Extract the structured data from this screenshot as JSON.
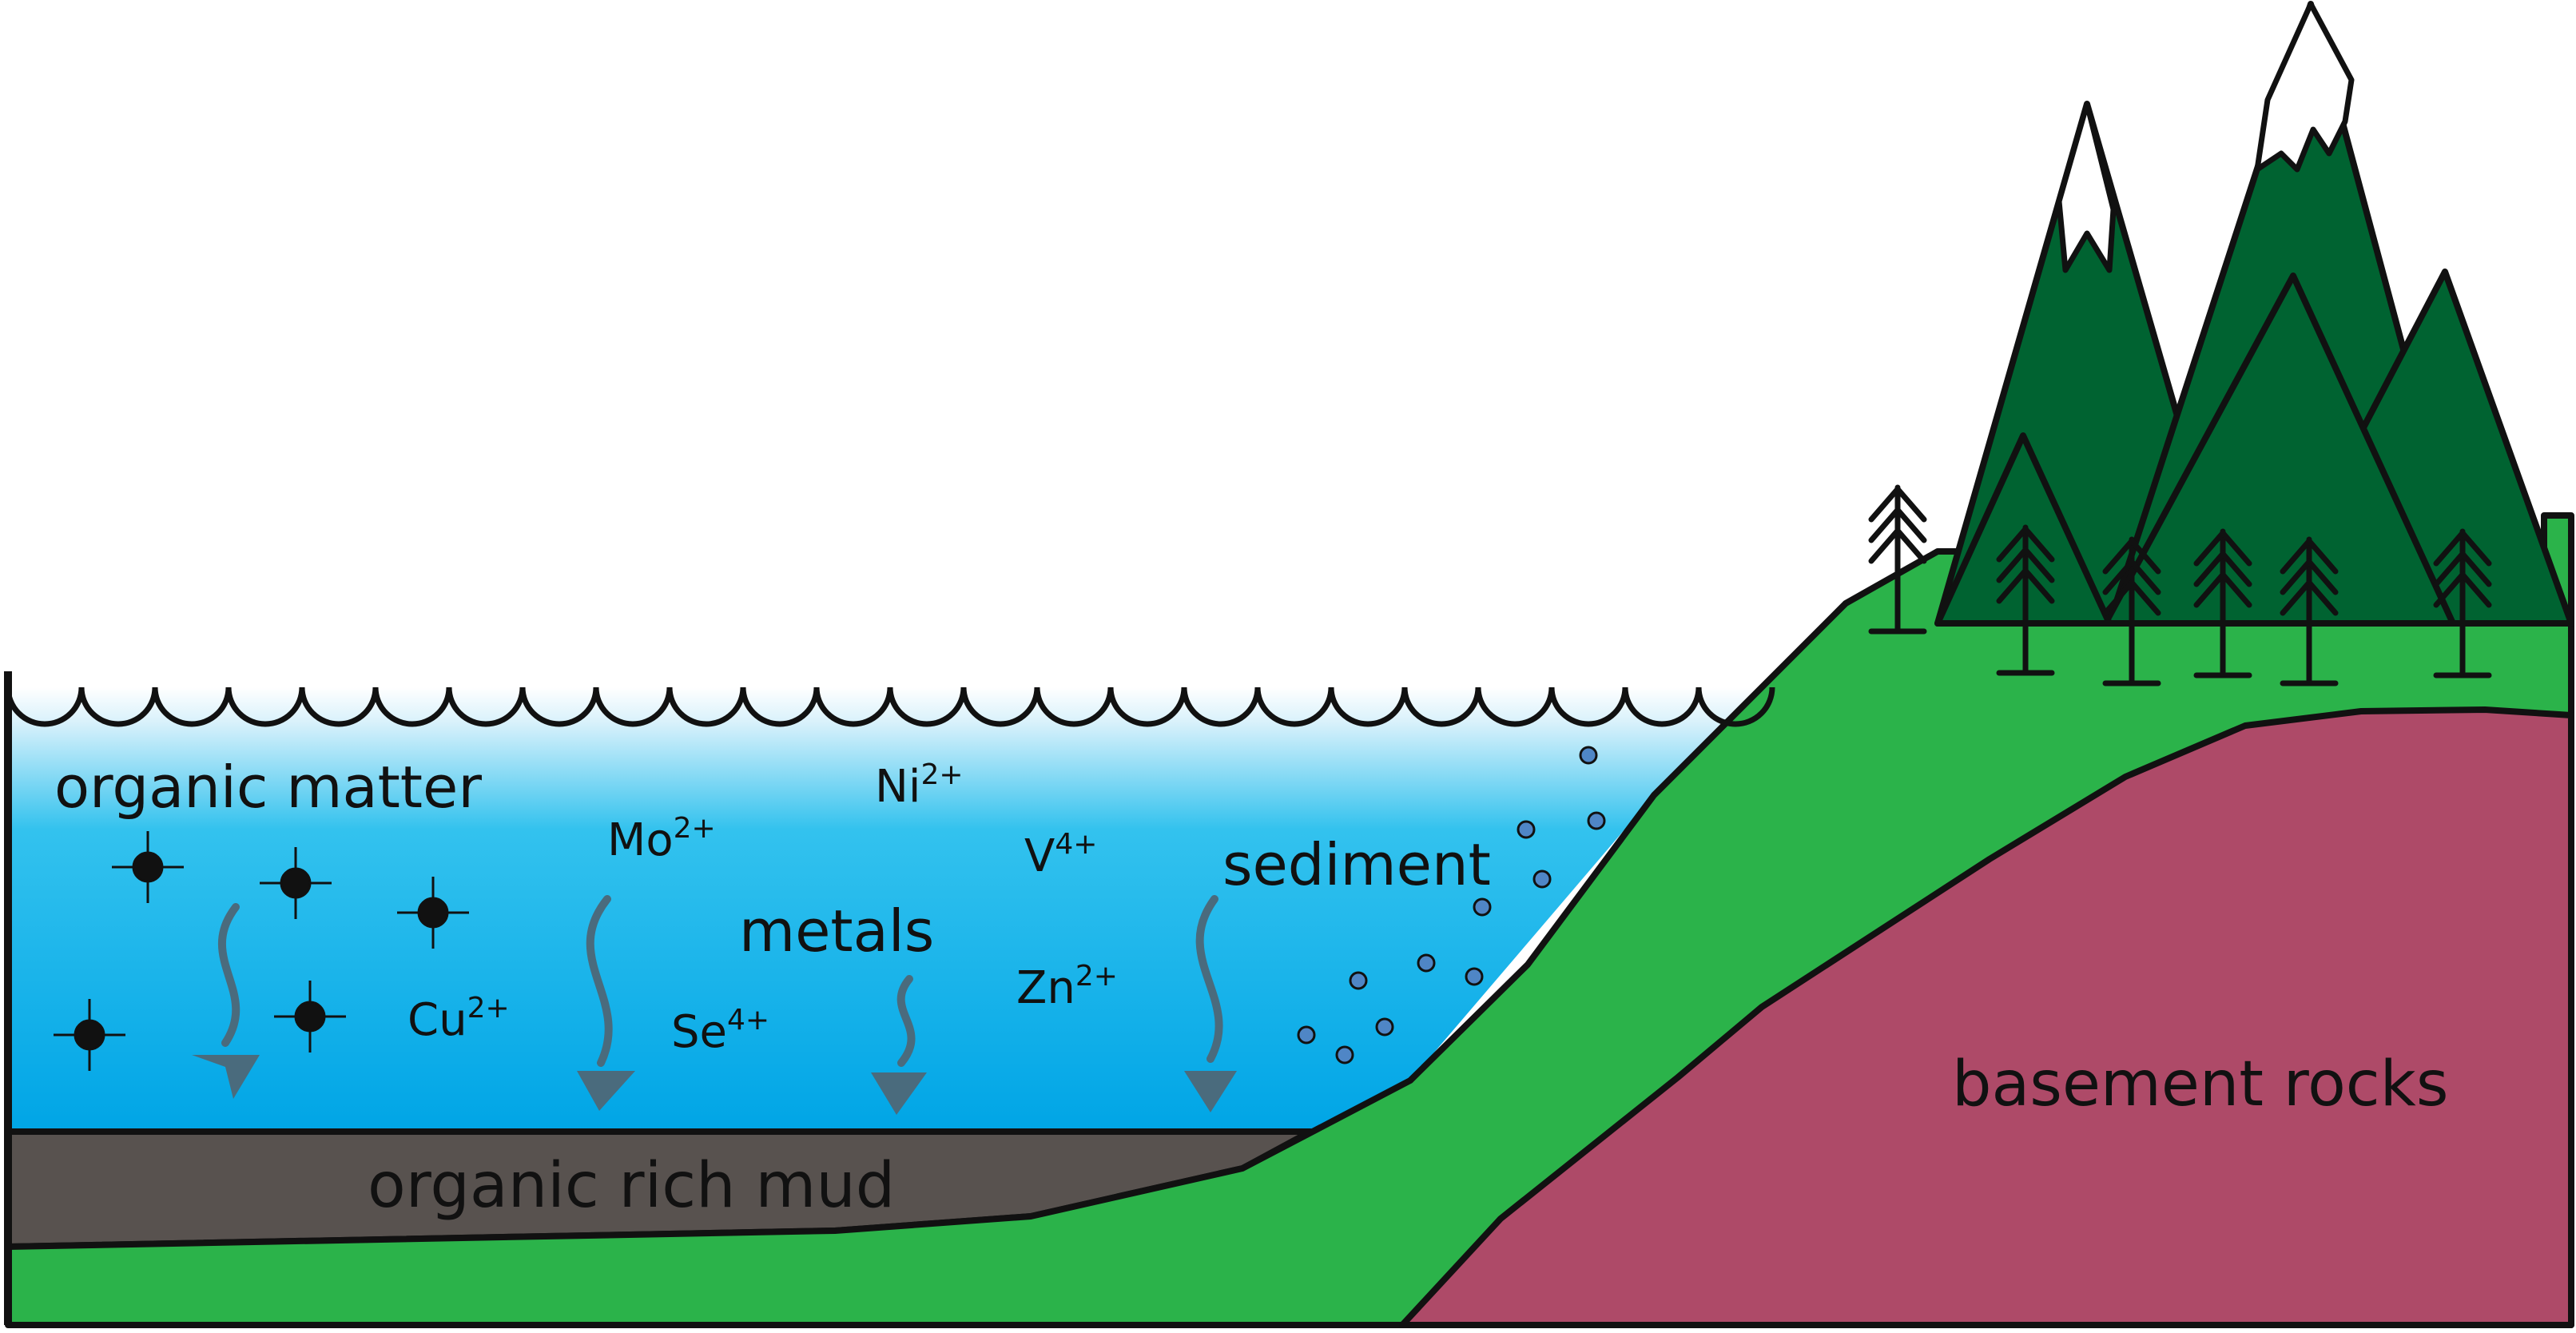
{
  "labels": {
    "organic_matter": "organic matter",
    "metals": "metals",
    "sediment": "sediment",
    "organic_rich_mud": "organic rich mud",
    "basement_rocks": "basement rocks"
  },
  "ions": {
    "mo": {
      "symbol": "Mo",
      "charge": "2+"
    },
    "ni": {
      "symbol": "Ni",
      "charge": "2+"
    },
    "v": {
      "symbol": "V",
      "charge": "4+"
    },
    "cu": {
      "symbol": "Cu",
      "charge": "2+"
    },
    "se": {
      "symbol": "Se",
      "charge": "4+"
    },
    "zn": {
      "symbol": "Zn",
      "charge": "2+"
    }
  },
  "colors": {
    "water_top": "#ffffff",
    "water_mid": "#33c2ee",
    "water_bottom": "#00a5e6",
    "land": "#2bb34a",
    "basement": "#ae4a68",
    "mud": "#58524f",
    "mountain": "#006331",
    "arrow": "#4a6b7d",
    "outline": "#111111"
  }
}
